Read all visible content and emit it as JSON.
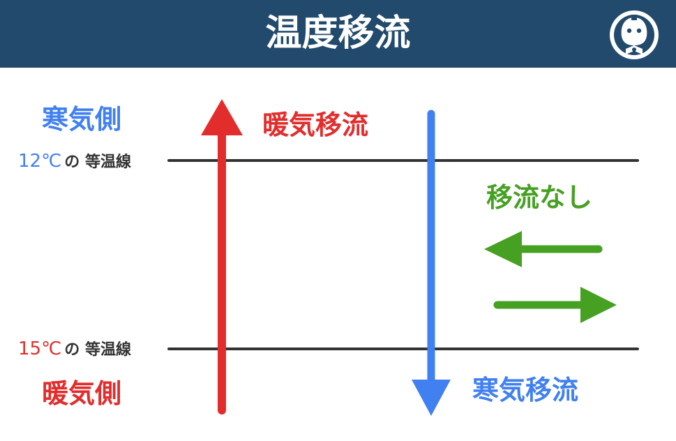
{
  "title": "温度移流",
  "colors": {
    "header_bg": "#224a6c",
    "cold": "#4080f0",
    "warm": "#e22d2d",
    "none": "#46a022",
    "line": "#333333"
  },
  "labels": {
    "cold_side": "寒気側",
    "warm_side": "暖気側",
    "warm_advection": "暖気移流",
    "cold_advection": "寒気移流",
    "no_advection": "移流なし"
  },
  "isotherms": [
    {
      "temp": "12℃",
      "suffix": "の 等温線",
      "color": "#4080f0"
    },
    {
      "temp": "15℃",
      "suffix": "の 等温線",
      "color": "#e22d2d"
    }
  ],
  "icons": {
    "logo": "owl-mascot-icon",
    "warm_arrow": "arrow-up-icon",
    "cold_arrow": "arrow-down-icon",
    "no_arrow_left": "arrow-left-icon",
    "no_arrow_right": "arrow-right-icon"
  }
}
